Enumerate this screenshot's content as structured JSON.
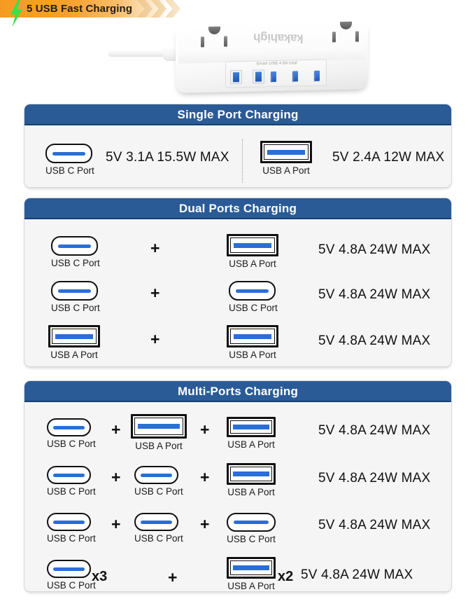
{
  "banner": {
    "title": "5 USB Fast Charging",
    "bolt_icon": "lightning-bolt-icon",
    "chevron_icon": "chevron-right-icon",
    "accent_orange": "#F59B22",
    "bolt_green": "#3BE048"
  },
  "product": {
    "brand": "kakahigh",
    "usb_panel_label": "Smart USB 4.8A total",
    "port_marks": [
      "USB C",
      "USB C",
      "USB C"
    ]
  },
  "labels": {
    "usb_c": "USB C Port",
    "usb_a": "USB A Port",
    "plus": "+",
    "x3": "x3",
    "x2": "x2"
  },
  "colors": {
    "header_blue": "#2B5B96",
    "port_blue": "#2A6FD6",
    "card_bg": "#f5f5f5"
  },
  "sections": [
    {
      "title": "Single Port Charging",
      "rows": [
        {
          "ports": [
            "USB C Port"
          ],
          "spec": "5V 3.1A 15.5W MAX"
        },
        {
          "ports": [
            "USB A Port"
          ],
          "spec": "5V 2.4A 12W MAX"
        }
      ]
    },
    {
      "title": "Dual Ports Charging",
      "rows": [
        {
          "ports": [
            "USB C Port",
            "USB A Port"
          ],
          "spec": "5V 4.8A 24W MAX"
        },
        {
          "ports": [
            "USB C Port",
            "USB C Port"
          ],
          "spec": "5V 4.8A 24W MAX"
        },
        {
          "ports": [
            "USB A Port",
            "USB A Port"
          ],
          "spec": "5V 4.8A 24W MAX"
        }
      ]
    },
    {
      "title": "Multi-Ports Charging",
      "rows": [
        {
          "ports": [
            "USB C Port",
            "USB A Port",
            "USB A Port"
          ],
          "spec": "5V 4.8A 24W MAX"
        },
        {
          "ports": [
            "USB C Port",
            "USB C Port",
            "USB A Port"
          ],
          "spec": "5V 4.8A 24W MAX"
        },
        {
          "ports": [
            "USB C Port",
            "USB C Port",
            "USB C Port"
          ],
          "spec": "5V 4.8A 24W MAX"
        },
        {
          "ports": [
            "USB C Port x3",
            "USB A Port x2"
          ],
          "spec": "5V 4.8A 24W MAX"
        }
      ]
    }
  ]
}
